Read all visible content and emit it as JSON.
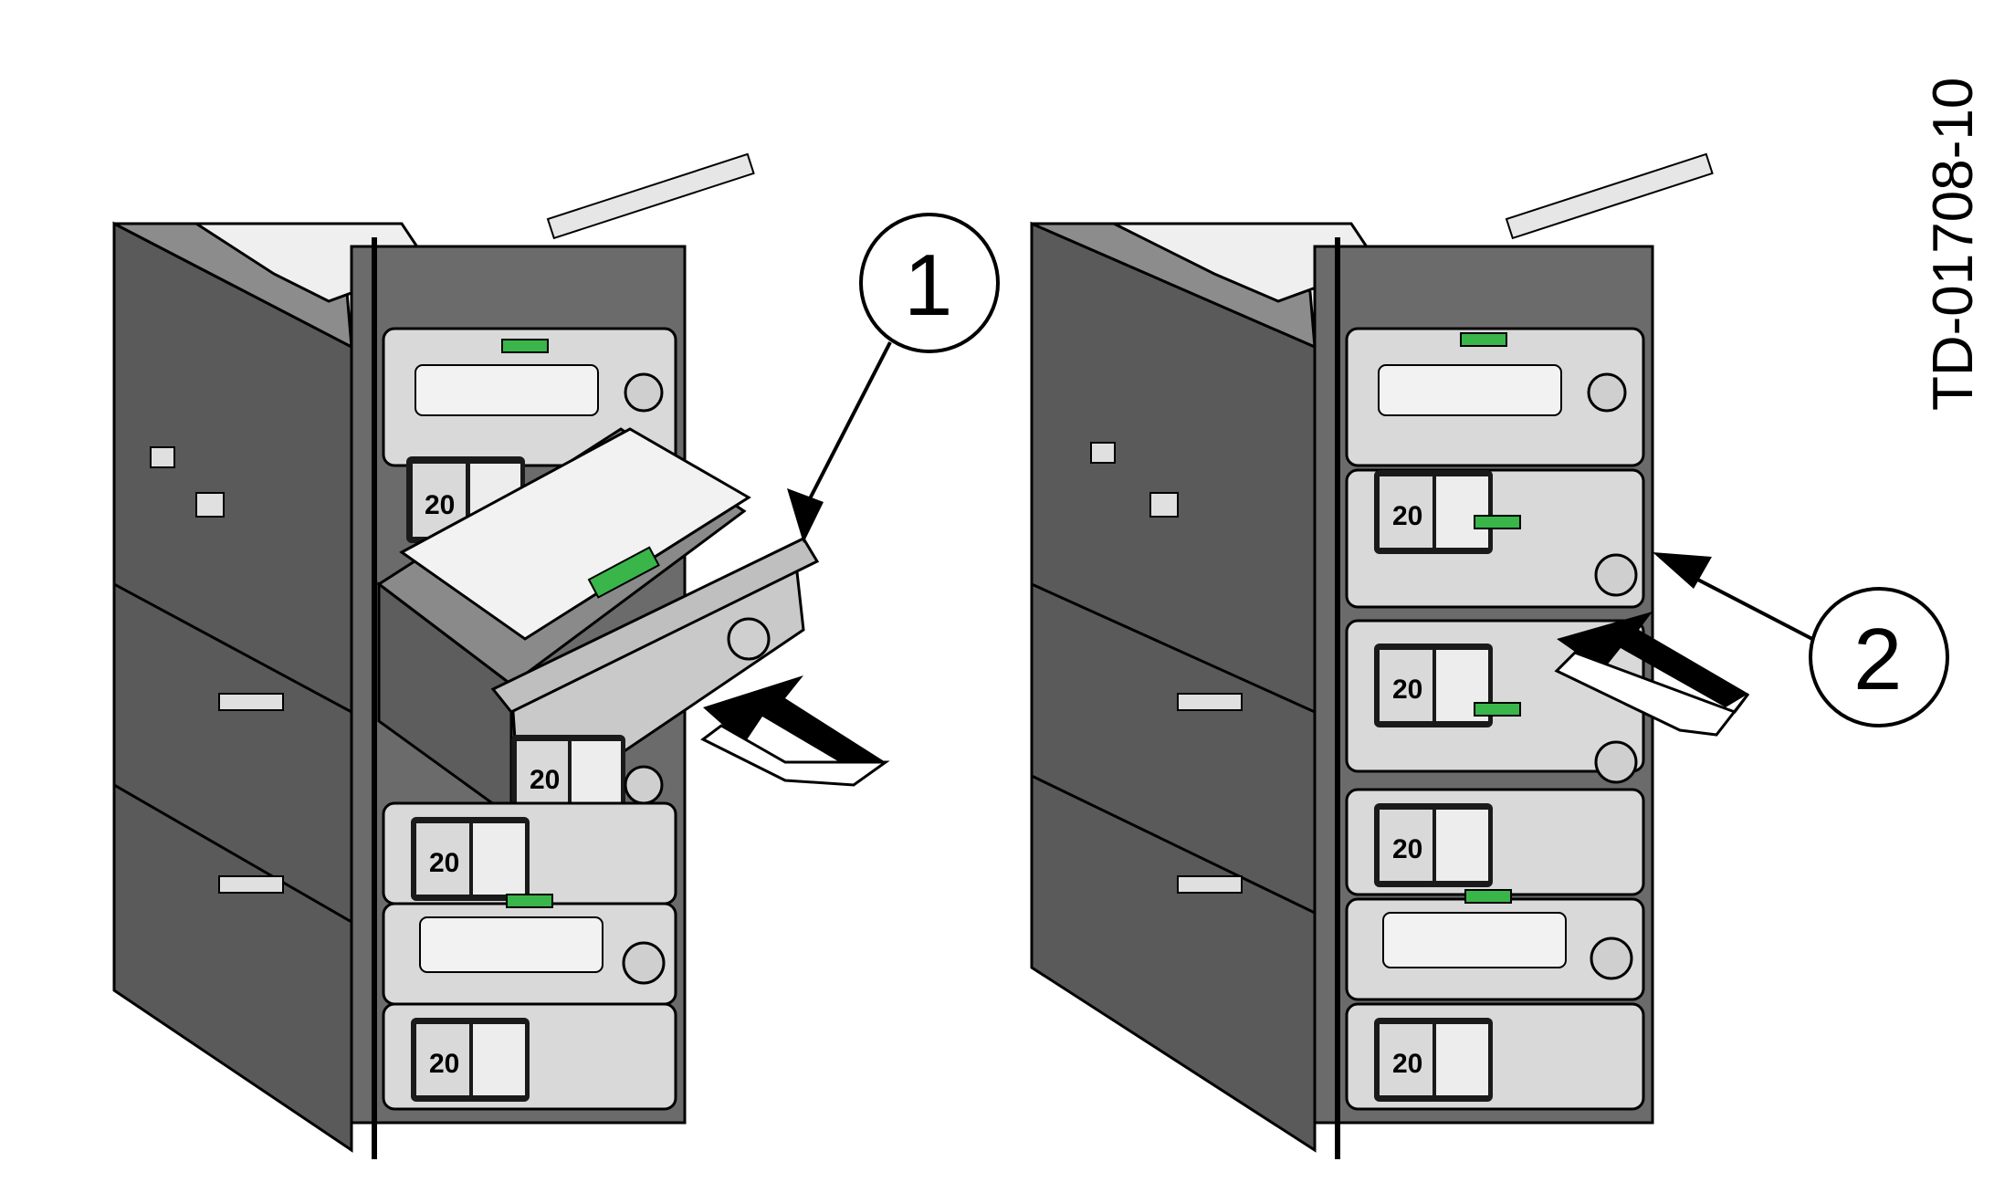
{
  "document_id": "TD-01708-10",
  "callouts": [
    "1",
    "2"
  ],
  "cassette_label": "20",
  "colors": {
    "housing_dark": "#595959",
    "housing_mid": "#7a7a7a",
    "panel_light": "#d9d9d9",
    "panel_white": "#f2f2f2",
    "latch_green": "#39b54a",
    "outline": "#000000"
  }
}
